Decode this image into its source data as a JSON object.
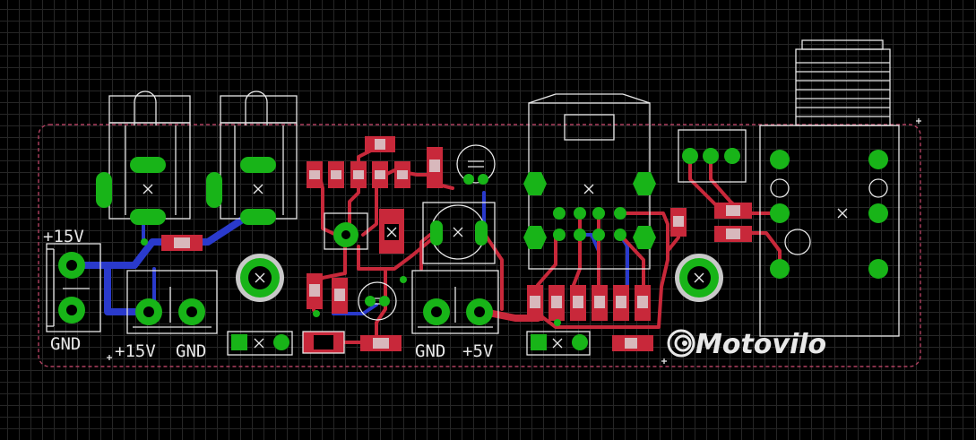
{
  "board": {
    "labels": {
      "plus15v_left": "+15V",
      "gnd_left": "GND",
      "plus15v_bottom": "+15V",
      "gnd_mid": "GND",
      "gnd_right": "GND",
      "plus5v": "+5V"
    },
    "logo": "Motovilo"
  },
  "colors": {
    "background": "#000000",
    "grid": "#262626",
    "silkscreen": "#e8e8e8",
    "pads": "#18b418",
    "top_copper": "#c8283a",
    "bottom_copper": "#2a3acc",
    "dimension": "#b04060"
  }
}
